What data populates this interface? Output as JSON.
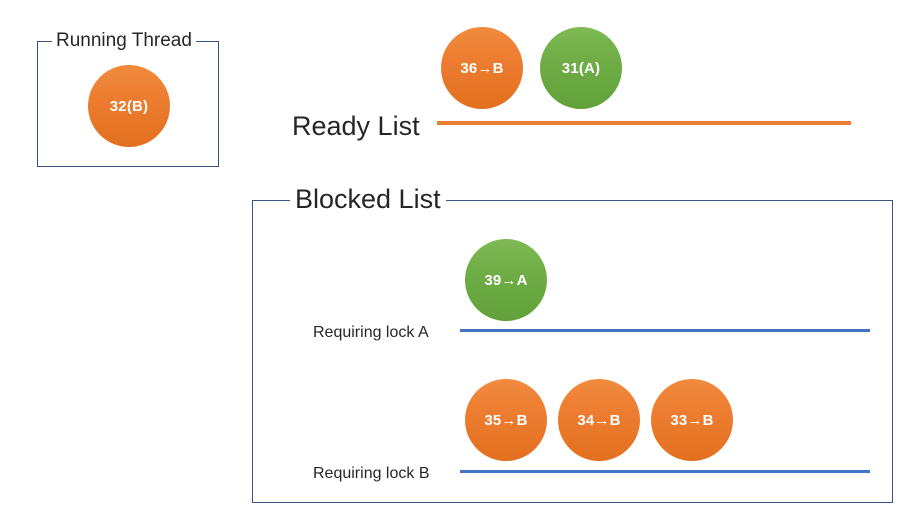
{
  "diagram": {
    "title_visible": false,
    "background": "#ffffff",
    "colors": {
      "orange": "#ED7D31",
      "green": "#70AD47",
      "blue_line": "#4472C4",
      "box_border": "#3a5488",
      "text": "#262626",
      "node_text": "#ffffff"
    }
  },
  "running_thread": {
    "label": "Running Thread",
    "node": {
      "label": "32(B)",
      "color": "orange"
    }
  },
  "ready_list": {
    "label": "Ready List",
    "line_color": "#ED7D31",
    "nodes": [
      {
        "label": "36→B",
        "color": "orange"
      },
      {
        "label": "31(A)",
        "color": "green"
      }
    ]
  },
  "blocked_list": {
    "label": "Blocked List",
    "queues": [
      {
        "label": "Requiring lock A",
        "line_color": "#4472C4",
        "nodes": [
          {
            "label": "39→A",
            "color": "green"
          }
        ]
      },
      {
        "label": "Requiring lock B",
        "line_color": "#4472C4",
        "nodes": [
          {
            "label": "35→B",
            "color": "orange"
          },
          {
            "label": "34→B",
            "color": "orange"
          },
          {
            "label": "33→B",
            "color": "orange"
          }
        ]
      }
    ]
  }
}
